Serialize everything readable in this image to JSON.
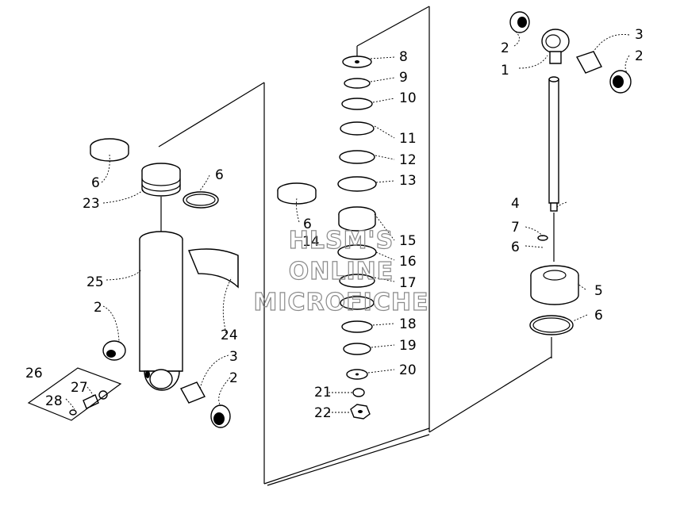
{
  "labels": {
    "l1": "1",
    "l2a": "2",
    "l2b": "2",
    "l2c": "2",
    "l2d": "2",
    "l3a": "3",
    "l3b": "3",
    "l4": "4",
    "l5": "5",
    "l6a": "6",
    "l6b": "6",
    "l6c": "6",
    "l6d": "6",
    "l6e": "6",
    "l7": "7",
    "l8": "8",
    "l9": "9",
    "l10": "10",
    "l11": "11",
    "l12": "12",
    "l13": "13",
    "l14": "14",
    "l15": "15",
    "l16": "16",
    "l17": "17",
    "l18": "18",
    "l19": "19",
    "l20": "20",
    "l21": "21",
    "l22": "22",
    "l23": "23",
    "l24": "24",
    "l25": "25",
    "l26": "26",
    "l27": "27",
    "l28": "28"
  },
  "watermark": {
    "line1": "HLSM'S",
    "line2": "ONLINE",
    "line3": "MICROFICHE"
  }
}
